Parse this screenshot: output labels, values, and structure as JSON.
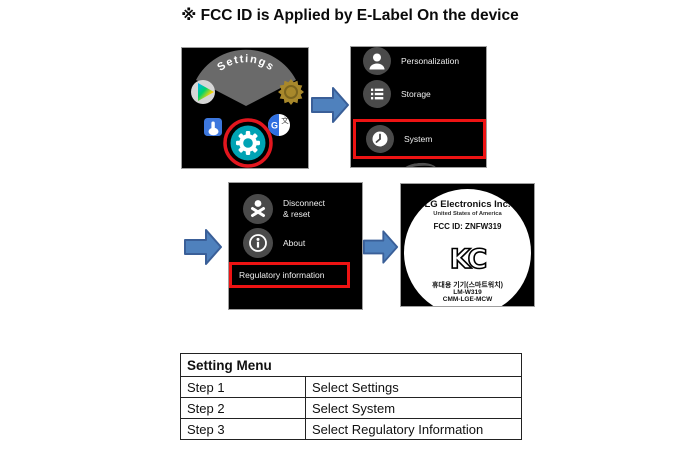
{
  "page": {
    "title": "※ FCC ID is Applied by E-Label On the device"
  },
  "colors": {
    "arrow_fill": "#4f81bd",
    "arrow_border": "#3a5f98",
    "highlight_red": "#ee1313",
    "screen_bg": "#000000",
    "gear_teal": "#00a3b4",
    "fan_gray": "#6a6a6a"
  },
  "screens": {
    "settings_app": {
      "fan_label": "Settings",
      "app_icons": [
        "play-store",
        "sunburst-seal",
        "touch-lock",
        "settings-gear",
        "google-translate"
      ],
      "highlighted_icon": "settings-gear"
    },
    "system_menu": {
      "items": [
        {
          "icon": "person",
          "label": "Personalization",
          "highlighted": false
        },
        {
          "icon": "storage-list",
          "label": "Storage",
          "highlighted": false
        },
        {
          "icon": "clock",
          "label": "System",
          "highlighted": true
        }
      ]
    },
    "about_menu": {
      "items": [
        {
          "icon": "disconnect-person",
          "label_line1": "Disconnect",
          "label_line2": "& reset",
          "highlighted": false
        },
        {
          "icon": "info",
          "label": "About",
          "highlighted": false
        },
        {
          "icon": "none",
          "label": "Regulatory information",
          "highlighted": true
        }
      ]
    },
    "elabel": {
      "company": "LG Electronics Inc.",
      "country": "United States of America",
      "fcc_id_line": "FCC ID: ZNFW319",
      "kc_mark": "KC",
      "device_type_kr": "휴대용 기기(스마트워치)",
      "model": "LM-W319",
      "cert_code": "CMM-LGE-MCW"
    }
  },
  "translate_icon": {
    "letter_g": "G",
    "letter_cjk": "文"
  },
  "table": {
    "header": "Setting Menu",
    "rows": [
      {
        "step": "Step 1",
        "action": "Select Settings"
      },
      {
        "step": "Step 2",
        "action": "Select System"
      },
      {
        "step": "Step 3",
        "action": "Select Regulatory Information"
      }
    ]
  }
}
